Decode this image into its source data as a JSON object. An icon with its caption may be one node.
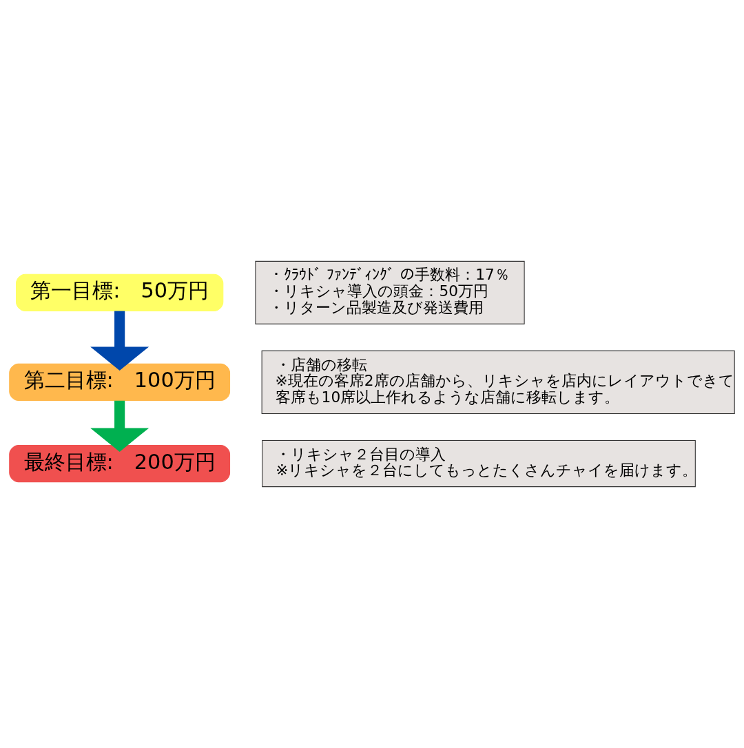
{
  "diagram": {
    "nodes": [
      {
        "text": [
          "第一目標:　50万円"
        ]
      },
      {
        "text": [
          "・ｸﾗｳﾄﾞ ﾌｧﾝﾃﾞｨﾝｸﾞ の手数料：17％",
          "・リキシャ導入の頭金：50万円",
          "・リターン品製造及び発送費用"
        ]
      },
      {
        "text": [
          "第二目標:　100万円"
        ]
      },
      {
        "text": [
          "・店舗の移転",
          "※現在の客席2席の店舗から、リキシャを店内にレイアウトできて客席も10席以上作れるような店舗に移転します。"
        ]
      },
      {
        "text": [
          "最終目標:　200万円"
        ]
      },
      {
        "text": [
          "・リキシャ２台目の導入",
          "※リキシャを２台にしてもっとたくさんチャイを届けます。"
        ]
      }
    ],
    "edges": [
      {
        "from": 0,
        "to": 2,
        "arrow": "to",
        "color": "#0047ab"
      },
      {
        "from": 2,
        "to": 4,
        "arrow": "to",
        "color": "#00b050"
      }
    ]
  }
}
